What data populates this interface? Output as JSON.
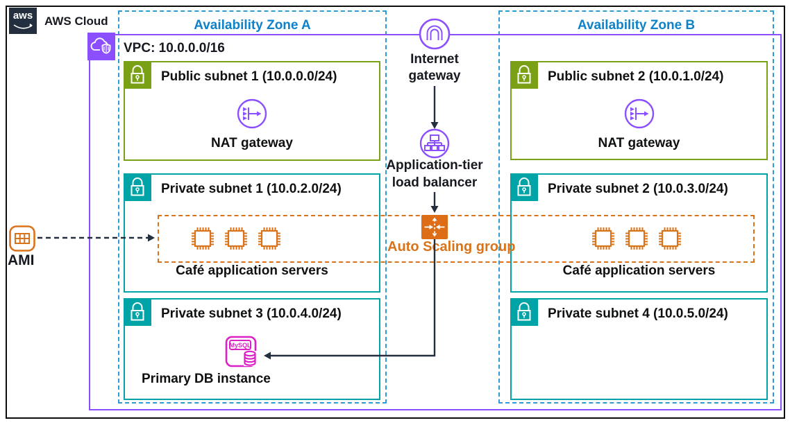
{
  "header": {
    "logo_text": "aws",
    "label": "AWS Cloud"
  },
  "vpc": {
    "label": "VPC: 10.0.0.0/16"
  },
  "zones": [
    {
      "title": "Availability Zone A"
    },
    {
      "title": "Availability Zone B"
    }
  ],
  "subnets": [
    {
      "title": "Public subnet 1 (10.0.0.0/24)",
      "content": "NAT gateway"
    },
    {
      "title": "Public subnet 2 (10.0.1.0/24)",
      "content": "NAT gateway"
    },
    {
      "title": "Private subnet 1 (10.0.2.0/24)",
      "content": "Café application servers"
    },
    {
      "title": "Private subnet 2 (10.0.3.0/24)",
      "content": "Café application servers"
    },
    {
      "title": "Private subnet 3 (10.0.4.0/24)",
      "content": "Primary DB instance"
    },
    {
      "title": "Private subnet 4 (10.0.5.0/24)",
      "content": ""
    }
  ],
  "nodes": {
    "internet_gateway": {
      "label": "Internet gateway"
    },
    "load_balancer": {
      "label": "Application-tier load balancer"
    },
    "auto_scaling": {
      "label": "Auto Scaling group"
    },
    "ami": {
      "label": "AMI"
    },
    "db": {
      "badge": "MySQL"
    }
  },
  "colors": {
    "aws_dark": "#232F3E",
    "vpc_purple": "#8C4FFF",
    "az_blue_text": "#0E82C8",
    "az_blue_dash": "#2E9BD6",
    "public_subnet_green": "#7AA116",
    "private_subnet_teal": "#00A4A6",
    "scaling_orange": "#D9731B",
    "db_magenta": "#DB21C5",
    "arrow_dark": "#232F3E"
  }
}
